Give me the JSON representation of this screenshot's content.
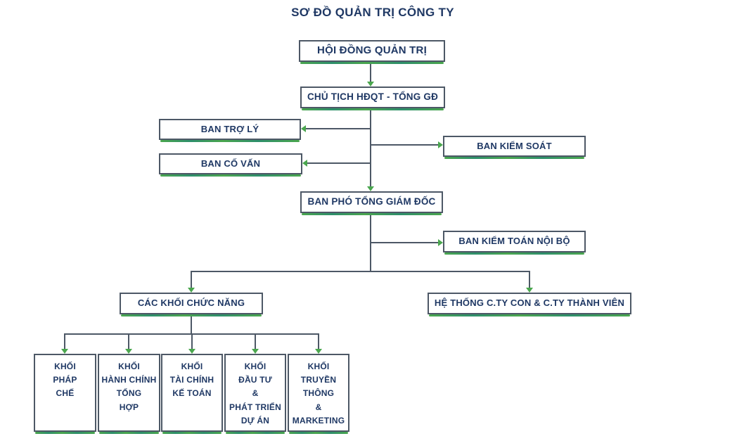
{
  "title": "SƠ ĐỒ QUẢN TRỊ CÔNG TY",
  "colors": {
    "text": "#1f3864",
    "box_border": "#4d5866",
    "connector": "#4d5866",
    "arrow_green": "#4aa64e",
    "accent_teal": "#2e8f6b",
    "background": "#ffffff"
  },
  "org": {
    "board": {
      "label": "HỘI ĐỒNG QUẢN TRỊ"
    },
    "chairman": {
      "label": "CHỦ TỊCH HĐQT - TỔNG GĐ"
    },
    "assistant_board": {
      "label": "BAN TRỢ LÝ"
    },
    "advisory_board": {
      "label": "BAN CỐ VẤN"
    },
    "supervisory_board": {
      "label": "BAN KIỂM SOÁT"
    },
    "deputy_general_directors": {
      "label": "BAN PHÓ TỔNG GIÁM ĐỐC"
    },
    "internal_audit": {
      "label": "BAN KIỂM TOÁN NỘI BỘ"
    },
    "functional_blocks": {
      "label": "CÁC KHỐI CHỨC NĂNG"
    },
    "subsidiaries": {
      "label": "HỆ THỐNG C.TY CON & C.TY THÀNH VIÊN"
    },
    "legal_block": {
      "label": "KHỐI\nPHÁP\nCHẾ"
    },
    "admin_block": {
      "label": "KHỐI\nHÀNH CHÍNH\nTỔNG\nHỢP"
    },
    "finance_block": {
      "label": "KHỐI\nTÀI CHÍNH\nKẾ TOÁN"
    },
    "investment_block": {
      "label": "KHỐI\nĐẦU TƯ\n&\nPHÁT TRIỂN\nDỰ ÁN"
    },
    "media_block": {
      "label": "KHỐI\nTRUYỀN\nTHÔNG\n&\nMARKETING"
    }
  }
}
